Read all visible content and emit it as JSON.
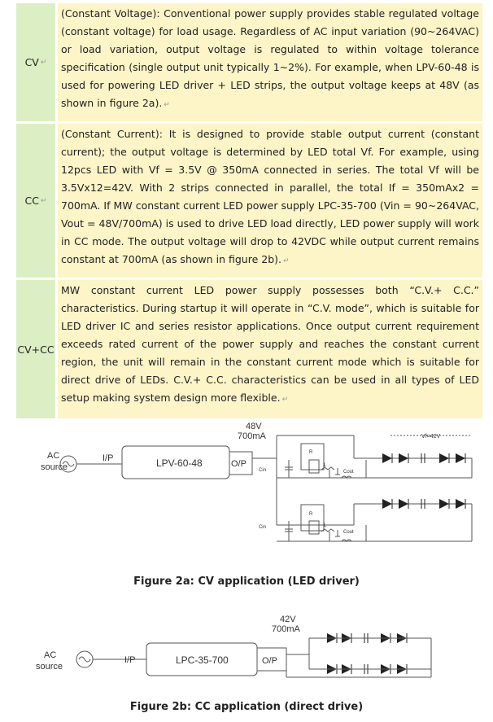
{
  "modes": [
    {
      "label": "CV",
      "description": "(Constant Voltage): Conventional power supply provides stable regulated voltage (constant voltage) for load usage. Regardless of AC input variation (90~264VAC) or load variation, output voltage is regulated to within voltage tolerance specification (single output unit typically 1~2%). For example, when LPV-60-48 is used for powering LED driver + LED strips, the output voltage keeps at 48V (as shown in figure 2a)."
    },
    {
      "label": "CC",
      "description": "(Constant Current): It is designed to provide stable output current (constant current); the output voltage is determined by LED total Vf. For example, using 12pcs LED with Vf = 3.5V @ 350mA connected in series. The total Vf will be 3.5Vx12=42V. With 2 strips connected in parallel, the total If = 350mAx2 = 700mA. If MW constant current LED power supply LPC-35-700 (Vin = 90~264VAC, Vout = 48V/700mA) is used to drive LED load directly, LED power supply will work in CC mode. The output voltage will drop to 42VDC while output current remains constant at 700mA (as shown in figure 2b)."
    },
    {
      "label": "CV+CC",
      "description": "MW constant current LED power supply possesses both “C.V.+ C.C.” characteristics. During startup it will operate in “C.V. mode”, which is suitable for LED driver IC and series resistor applications. Once output current requirement exceeds rated current of the power supply and reaches the constant current region, the unit will remain in the constant current mode which is suitable for direct drive of LEDs. C.V.+ C.C. characteristics can be used in all types of LED setup making system design more flexible."
    }
  ],
  "figure_a": {
    "ac_source": [
      "AC",
      "source"
    ],
    "input_label": "I/P",
    "psu": "LPV-60-48",
    "output_label": "O/P",
    "out_voltage": "48V",
    "out_current": "700mA",
    "strip_voltage": "Vf=42V",
    "cin": "Cin",
    "cout": "Cout",
    "r": "R",
    "l": "L",
    "caption": "Figure 2a: CV application (LED driver)"
  },
  "figure_b": {
    "ac_source": [
      "AC",
      "source"
    ],
    "input_label": "I/P",
    "psu": "LPC-35-700",
    "output_label": "O/P",
    "out_voltage": "42V",
    "out_current": "700mA",
    "caption": "Figure 2b: CC application (direct drive)"
  }
}
